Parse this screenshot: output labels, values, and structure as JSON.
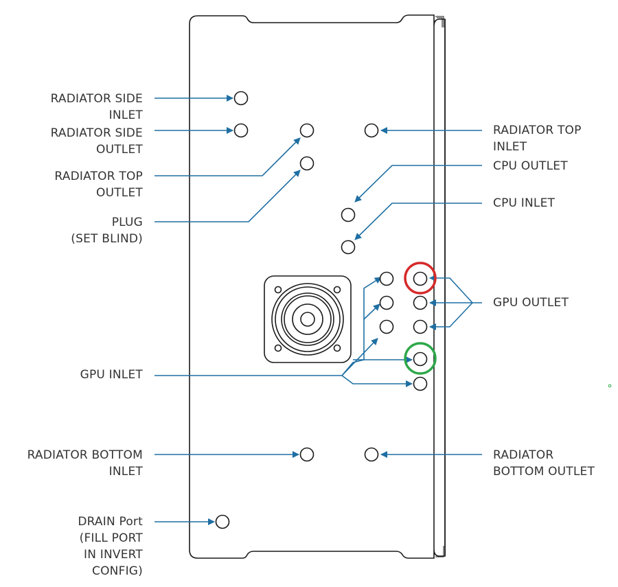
{
  "title": "Port layout diagram",
  "colors": {
    "arrow": "#1f6fa3",
    "outline": "#1a1a1a",
    "highlight_red": "#d62a2a",
    "highlight_green": "#2ea84a",
    "text": "#333333"
  },
  "labels": {
    "radiator_side_inlet": "RADIATOR SIDE\nINLET",
    "radiator_side_outlet": "RADIATOR SIDE\nOUTLET",
    "radiator_top_outlet": "RADIATOR TOP\nOUTLET",
    "plug": "PLUG\n(SET BLIND)",
    "gpu_inlet": "GPU INLET",
    "radiator_bottom_inlet": "RADIATOR BOTTOM\nINLET",
    "drain_port": "DRAIN Port\n(FILL PORT\nIN INVERT\nCONFIG)",
    "radiator_top_inlet": "RADIATOR TOP\nINLET",
    "cpu_outlet": "CPU OUTLET",
    "cpu_inlet": "CPU INLET",
    "gpu_outlet": "GPU OUTLET",
    "radiator_bottom_outlet": "RADIATOR\nBOTTOM OUTLET"
  },
  "highlights": [
    {
      "port": "gpu-outlet-top",
      "color": "red"
    },
    {
      "port": "gpu-inlet-lower",
      "color": "green"
    }
  ]
}
